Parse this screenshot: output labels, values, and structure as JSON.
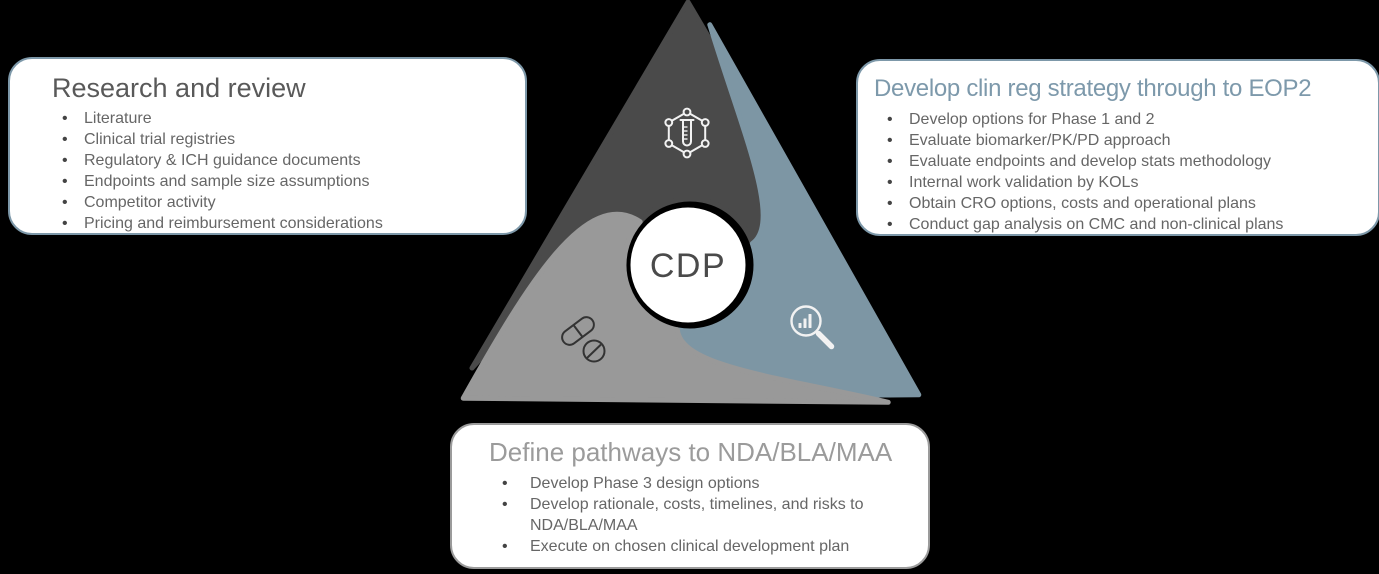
{
  "diagram": {
    "center_label": "CDP",
    "triangle": {
      "segments": [
        {
          "id": "research",
          "color": "#4a4a4a",
          "icon": "molecule-test-tube-icon"
        },
        {
          "id": "strategy",
          "color": "#7d96a4",
          "icon": "magnifier-bar-chart-icon"
        },
        {
          "id": "pathways",
          "color": "#999999",
          "icon": "pills-icon"
        }
      ]
    },
    "boxes": {
      "research": {
        "title": "Research and review",
        "title_color": "#595959",
        "border_color": "#7d98a9",
        "bullets": [
          "Literature",
          "Clinical trial registries",
          "Regulatory & ICH guidance documents",
          "Endpoints and sample size assumptions",
          "Competitor activity",
          "Pricing and reimbursement considerations"
        ]
      },
      "strategy": {
        "title": "Develop clin reg strategy through to EOP2",
        "title_color": "#7d99ab",
        "border_color": "#7d98a9",
        "bullets": [
          "Develop options for Phase 1 and 2",
          "Evaluate biomarker/PK/PD approach",
          "Evaluate endpoints and develop stats methodology",
          "Internal work validation by KOLs",
          "Obtain CRO options, costs and operational plans",
          "Conduct gap analysis on CMC and non-clinical plans"
        ]
      },
      "pathways": {
        "title": "Define pathways to NDA/BLA/MAA",
        "title_color": "#9b9b9b",
        "border_color": "#9b9b9b",
        "bullets": [
          "Develop Phase 3 design options",
          "Develop rationale, costs, timelines, and risks to NDA/BLA/MAA",
          "Execute on chosen clinical development plan"
        ]
      }
    }
  }
}
